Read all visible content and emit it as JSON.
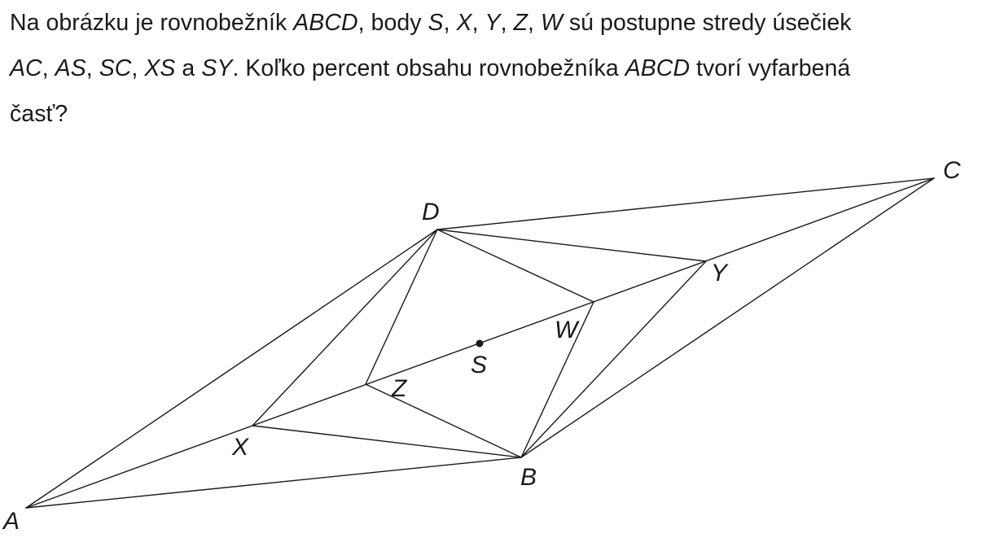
{
  "problem": {
    "line1": {
      "p1": "Na obrázku je rovnobežník ",
      "m1": "ABCD",
      "p2": ", body ",
      "m2": "S",
      "p3": ", ",
      "m3": "X",
      "p4": ", ",
      "m4": "Y",
      "p5": ", ",
      "m5": "Z",
      "p6": ", ",
      "m6": "W",
      "p7": " sú postupne stredy úsečiek"
    },
    "line2": {
      "m1": "AC",
      "p1": ", ",
      "m2": "AS",
      "p2": ", ",
      "m3": "SC",
      "p3": ", ",
      "m4": "XS",
      "p4": " a ",
      "m5": "SY",
      "p5": ". Koľko percent obsahu rovnobežníka ",
      "m6": "ABCD",
      "p6": " tvorí vyfarbená"
    },
    "line3": "časť?"
  },
  "figure": {
    "labels": {
      "A": "A",
      "B": "B",
      "C": "C",
      "D": "D",
      "S": "S",
      "X": "X",
      "Y": "Y",
      "Z": "Z",
      "W": "W"
    }
  }
}
